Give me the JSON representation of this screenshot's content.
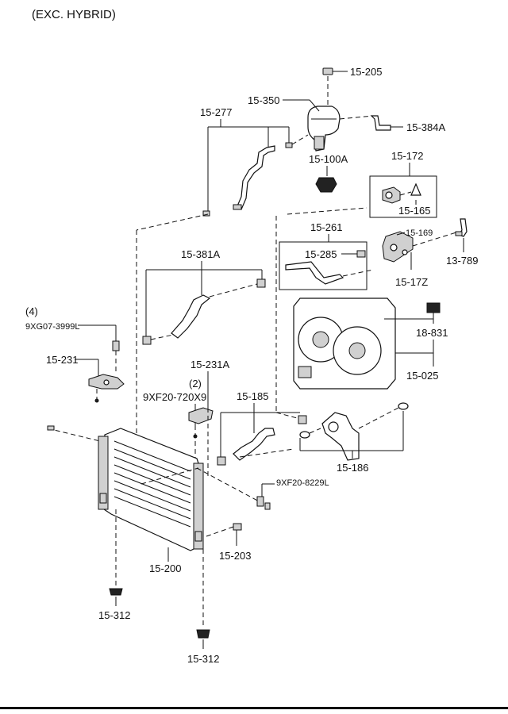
{
  "title": "(EXC. HYBRID)",
  "labels": {
    "p15_205": "15-205",
    "p15_350": "15-350",
    "p15_384a": "15-384A",
    "p15_277": "15-277",
    "p15_100a": "15-100A",
    "p15_172": "15-172",
    "p15_165": "15-165",
    "p15_261": "15-261",
    "p15_169": "15-169",
    "p15_285": "15-285",
    "p13_789": "13-789",
    "p15_17z": "15-17Z",
    "p15_381a": "15-381A",
    "qty4": "(4)",
    "p9xg07": "9XG07-3999L",
    "p18_831": "18-831",
    "p15_231": "15-231",
    "p15_231a": "15-231A",
    "qty2": "(2)",
    "p9xf20_720": "9XF20-720X9",
    "p15_025": "15-025",
    "p15_185": "15-185",
    "p15_186": "15-186",
    "p9xf20_8229": "9XF20-8229L",
    "p15_203": "15-203",
    "p15_200": "15-200",
    "p15_312_a": "15-312",
    "p15_312_b": "15-312"
  }
}
